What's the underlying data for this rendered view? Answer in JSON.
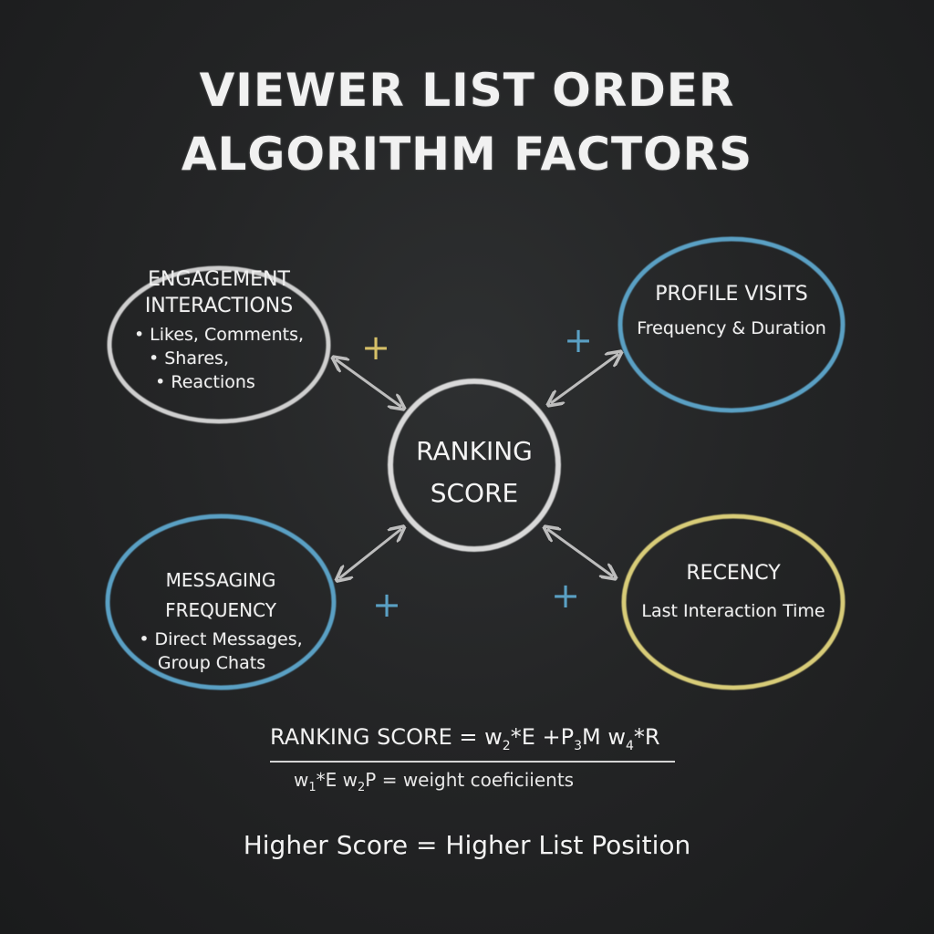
{
  "title": {
    "line1": "VIEWER LIST ORDER",
    "line2": "ALGORITHM FACTORS"
  },
  "center": {
    "line1": "RANKING",
    "line2": "SCORE"
  },
  "nodes": {
    "engagement": {
      "heading1": "ENGAGEMENT",
      "heading2": "INTERACTIONS",
      "bullets": [
        "Likes, Comments,",
        "Shares,",
        "Reactions"
      ],
      "color": "#cfcfcf"
    },
    "profile": {
      "heading": "PROFILE VISITS",
      "sub": "Frequency & Duration",
      "color": "#5aa0c4"
    },
    "messaging": {
      "heading": "MESSAGING FREQUENCY",
      "bullets": [
        "Direct Messages,",
        "Group Chats"
      ],
      "color": "#5aa0c4"
    },
    "recency": {
      "heading": "RECENCY",
      "sub": "Last Interaction Time",
      "color": "#d8cc78"
    }
  },
  "connectors": {
    "bullet_glyph": "•",
    "plus_glyph": "+",
    "plus_colors": {
      "engagement": "#d6c068",
      "profile": "#5aa0c4",
      "messaging": "#5aa0c4",
      "recency": "#5aa0c4"
    }
  },
  "formula": {
    "lhs": "RANKING SCORE = w",
    "w2_sub": "2",
    "part_E": "*E +P",
    "p3_sub": "3",
    "part_M": "M  w",
    "w4_sub": "4",
    "part_R": "*R",
    "weights_w": "w",
    "weights_1": "1",
    "weights_E": "*E w",
    "weights_2": "2",
    "weights_rest": "P = weight coeficiients"
  },
  "footer": "Higher Score = Higher List Position"
}
